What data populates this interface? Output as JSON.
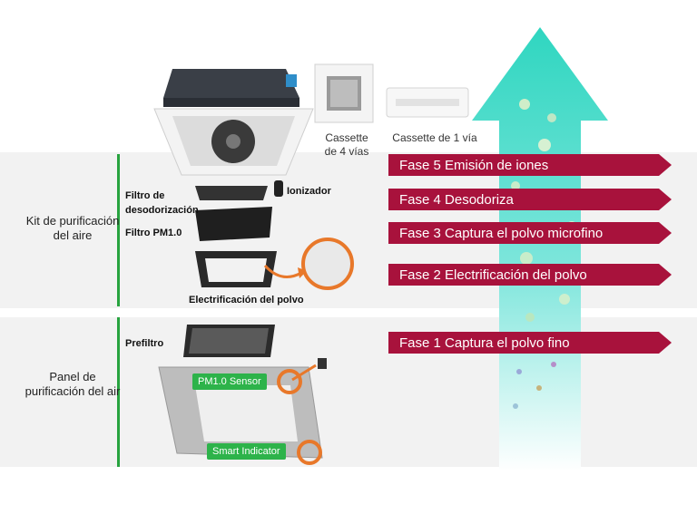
{
  "sections": {
    "kit_label": "Kit de purificación del aire",
    "panel_label": "Panel de purificación del air"
  },
  "products": {
    "cassette_4": "Cassette de 4 vías",
    "cassette_1": "Cassette de 1 vía"
  },
  "parts": {
    "filtro_desodorizacion": "Filtro de desodorización",
    "ionizador": "Ionizador",
    "filtro_pm": "Filtro PM1.0",
    "electrificacion": "Electrificación del polvo",
    "prefiltro": "Prefiltro",
    "pm_sensor": "PM1.0 Sensor",
    "smart_indicator": "Smart Indicator"
  },
  "phases": [
    "Fase 5 Emisión de iones",
    "Fase 4 Desodoriza",
    "Fase 3 Captura el polvo microfino",
    "Fase 2 Electrificación del polvo",
    "Fase 1 Captura el polvo fino"
  ],
  "colors": {
    "phase_banner": "#a8123c",
    "accent_green": "#2db34a",
    "highlight_orange": "#e8782a",
    "arrow_teal": "#3ad8c4"
  }
}
